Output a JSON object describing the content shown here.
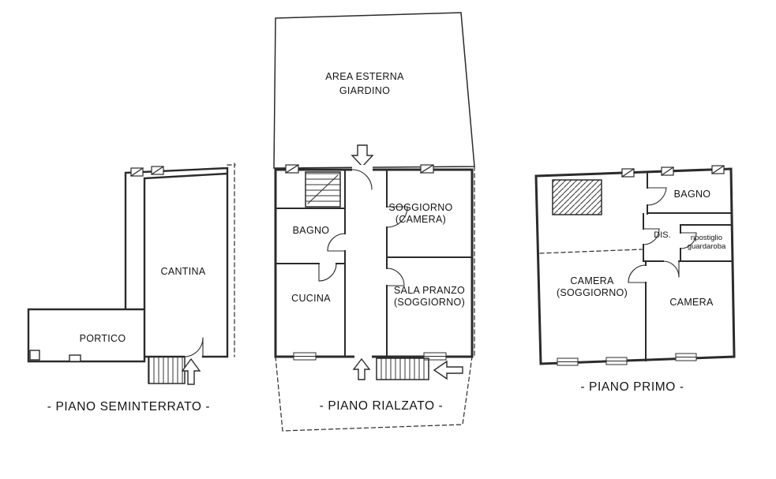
{
  "colors": {
    "ink": "#2b2b2b",
    "paper": "#ffffff"
  },
  "symbols": {
    "seminterrato_stairs_arrow": "up",
    "rialzato_entrance_arrow": "down",
    "rialzato_stairs_arrow": "up",
    "rialzato_exit_arrow": "left"
  },
  "plans": {
    "seminterrato": {
      "title": "- PIANO SEMINTERRATO -",
      "rooms": {
        "cantina": "CANTINA",
        "portico": "PORTICO"
      }
    },
    "rialzato": {
      "title": "- PIANO RIALZATO -",
      "area_esterna": [
        "AREA ESTERNA",
        "GIARDINO"
      ],
      "rooms": {
        "bagno": "BAGNO",
        "soggiorno_camera": [
          "SOGGIORNO",
          "(CAMERA)"
        ],
        "cucina": "CUCINA",
        "sala_pranzo": [
          "SALA PRANZO",
          "(SOGGIORNO)"
        ]
      }
    },
    "primo": {
      "title": "- PIANO PRIMO -",
      "rooms": {
        "bagno": "BAGNO",
        "dis": "DIS.",
        "ripostiglio": [
          "ripostiglio",
          "guardaroba"
        ],
        "camera_soggiorno": [
          "CAMERA",
          "(SOGGIORNO)"
        ],
        "camera": "CAMERA"
      }
    }
  }
}
